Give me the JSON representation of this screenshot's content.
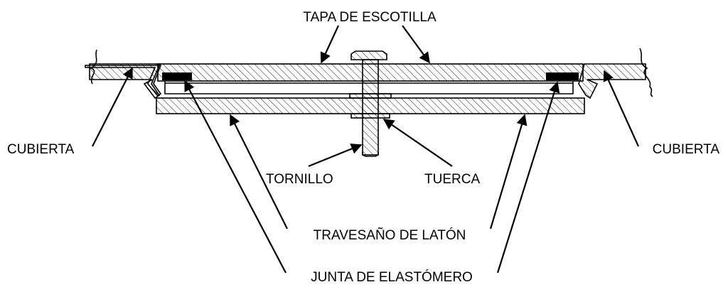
{
  "labels": {
    "tapa": "TAPA DE ESCOTILLA",
    "cubierta_left": "CUBIERTA",
    "cubierta_right": "CUBIERTA",
    "tornillo": "TORNILLO",
    "tuerca": "TUERCA",
    "travesano": "TRAVESAÑO DE LATÓN",
    "junta": "JUNTA DE ELASTÓMERO"
  },
  "colors": {
    "line": "#000000",
    "background": "#ffffff"
  }
}
